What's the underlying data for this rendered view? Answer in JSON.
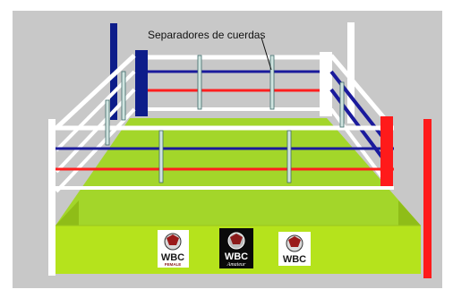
{
  "annotation": {
    "label": "Separadores de cuerdas"
  },
  "colors": {
    "background": "#c8c8c8",
    "canvas_top": "#a3d62a",
    "apron_front": "#b5e31c",
    "apron_side": "#8fbd18",
    "rope_red": "#ff1e1e",
    "rope_blue": "#1a1a9c",
    "rope_white": "#ffffff",
    "corner_blue": "#0d1d8a",
    "corner_red": "#ff1a1a",
    "corner_white": "#ffffff",
    "separator": "#cfe3df"
  },
  "logos": [
    {
      "name": "wbc-female-logo",
      "text": "WBC",
      "subtext": "FEMALE",
      "style": "light"
    },
    {
      "name": "wbc-amateur-logo",
      "text": "WBC",
      "subtext": "Amateur",
      "style": "dark"
    },
    {
      "name": "wbc-logo",
      "text": "WBC",
      "subtext": "",
      "style": "light"
    }
  ]
}
